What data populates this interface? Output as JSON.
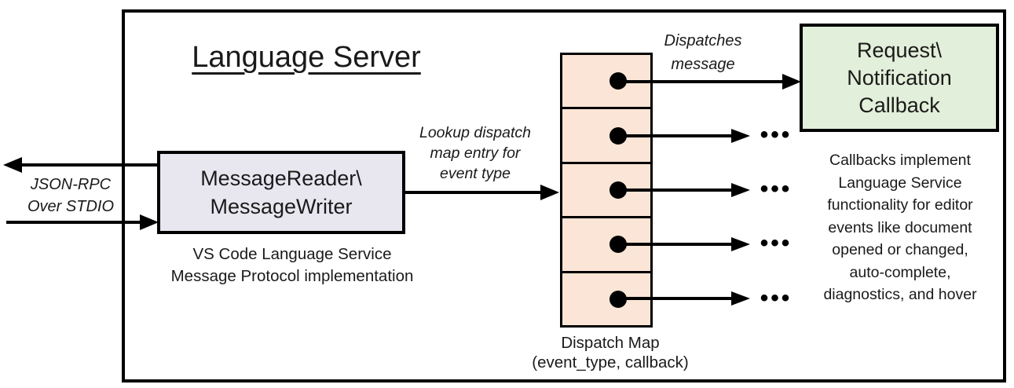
{
  "diagram": {
    "title": "Language Server",
    "io_label": {
      "lines": [
        "JSON-RPC",
        "Over STDIO"
      ]
    },
    "message_box": {
      "lines": [
        "MessageReader\\",
        "MessageWriter"
      ],
      "caption": [
        "VS Code Language Service",
        "Message Protocol implementation"
      ],
      "fill": "#e8e6ef"
    },
    "lookup_label": {
      "lines": [
        "Lookup dispatch",
        "map entry for",
        "event type"
      ]
    },
    "dispatch_map": {
      "cell_count": 5,
      "caption": [
        "Dispatch Map",
        "(event_type, callback)"
      ],
      "fill": "#fbe5d6"
    },
    "dispatches_label": {
      "lines": [
        "Dispatches",
        "message"
      ]
    },
    "callback_box": {
      "lines": [
        "Request\\",
        "Notification",
        "Callback"
      ],
      "fill": "#e2efda"
    },
    "side_note": {
      "lines": [
        "Callbacks implement",
        "Language Service",
        "functionality for editor",
        "events like document",
        "opened or changed,",
        "auto-complete,",
        "diagnostics, and hover"
      ]
    },
    "ellipsis": "•••",
    "colors": {
      "line": "#000000",
      "background": "#ffffff"
    }
  }
}
